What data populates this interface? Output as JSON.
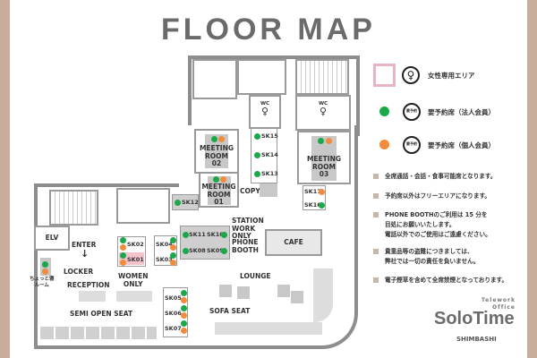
{
  "title": "FLOOR MAP",
  "colors": {
    "corporate": "#1aa84a",
    "individual": "#f28b3c",
    "women_area": "#f4c2cb",
    "accent": "#c8ad9a"
  },
  "map": {
    "rooms": {
      "mr02": "MEETING ROOM 02",
      "mr01": "MEETING ROOM 01",
      "mr03": "MEETING ROOM 03",
      "wc": "WC",
      "copy": "COPY",
      "station": "STATION WORK ONLY",
      "phone": "PHONE BOOTH",
      "cafe": "CAFE",
      "lounge": "LOUNGE",
      "elv": "ELV",
      "enter": "ENTER",
      "locker": "LOCKER",
      "reception": "RECEPTION",
      "nap": "ちょっと寝ルーム",
      "women": "WOMEN ONLY",
      "sofa": "SOFA SEAT",
      "semi": "SEMI OPEN SEAT"
    },
    "mr02": [
      "MEETING",
      "ROOM",
      "02"
    ],
    "mr01": [
      "MEETING",
      "ROOM",
      "01"
    ],
    "mr03": [
      "MEETING",
      "ROOM",
      "03"
    ],
    "station": [
      "STATION",
      "WORK",
      "ONLY"
    ],
    "phone": [
      "PHONE",
      "BOOTH"
    ],
    "women": [
      "WOMEN",
      "ONLY"
    ],
    "nap": [
      "ちょっと寝",
      "ルーム"
    ],
    "seats": {
      "SK01": "SK01",
      "SK02": "SK02",
      "SK03": "SK03",
      "SK04": "SK04",
      "SK05": "SK05",
      "SK06": "SK06",
      "SK07": "SK07",
      "SK08": "SK08",
      "SK09": "SK09",
      "SK10": "SK10",
      "SK11": "SK11",
      "SK12": "SK12",
      "SK13": "SK13",
      "SK14": "SK14",
      "SK15": "SK15",
      "SK16": "SK16",
      "SK17": "SK17"
    },
    "enter_arrow": "↓"
  },
  "legend": {
    "women": "女性専用エリア",
    "corporate": "要予約席（法人会員）",
    "individual": "要予約席（個人会員）",
    "badge": "要予約"
  },
  "notes": [
    [
      "全席通話・会話・食事可能席となります。"
    ],
    [
      "予約席以外はフリーエリアになります。"
    ],
    [
      "PHONE BOOTHのご利用は 15 分を",
      "目処にお願いいたします。",
      "電話以外でのご使用はご遠慮ください。"
    ],
    [
      "貴重品等の盗難につきましては、",
      "弊社では一切の責任を負いません。"
    ],
    [
      "電子煙草を含めて全席禁煙となっております。"
    ]
  ],
  "logo": {
    "line1": "Telework",
    "line2": "Office",
    "brand": "SoloTime",
    "location": "SHIMBASHI"
  }
}
